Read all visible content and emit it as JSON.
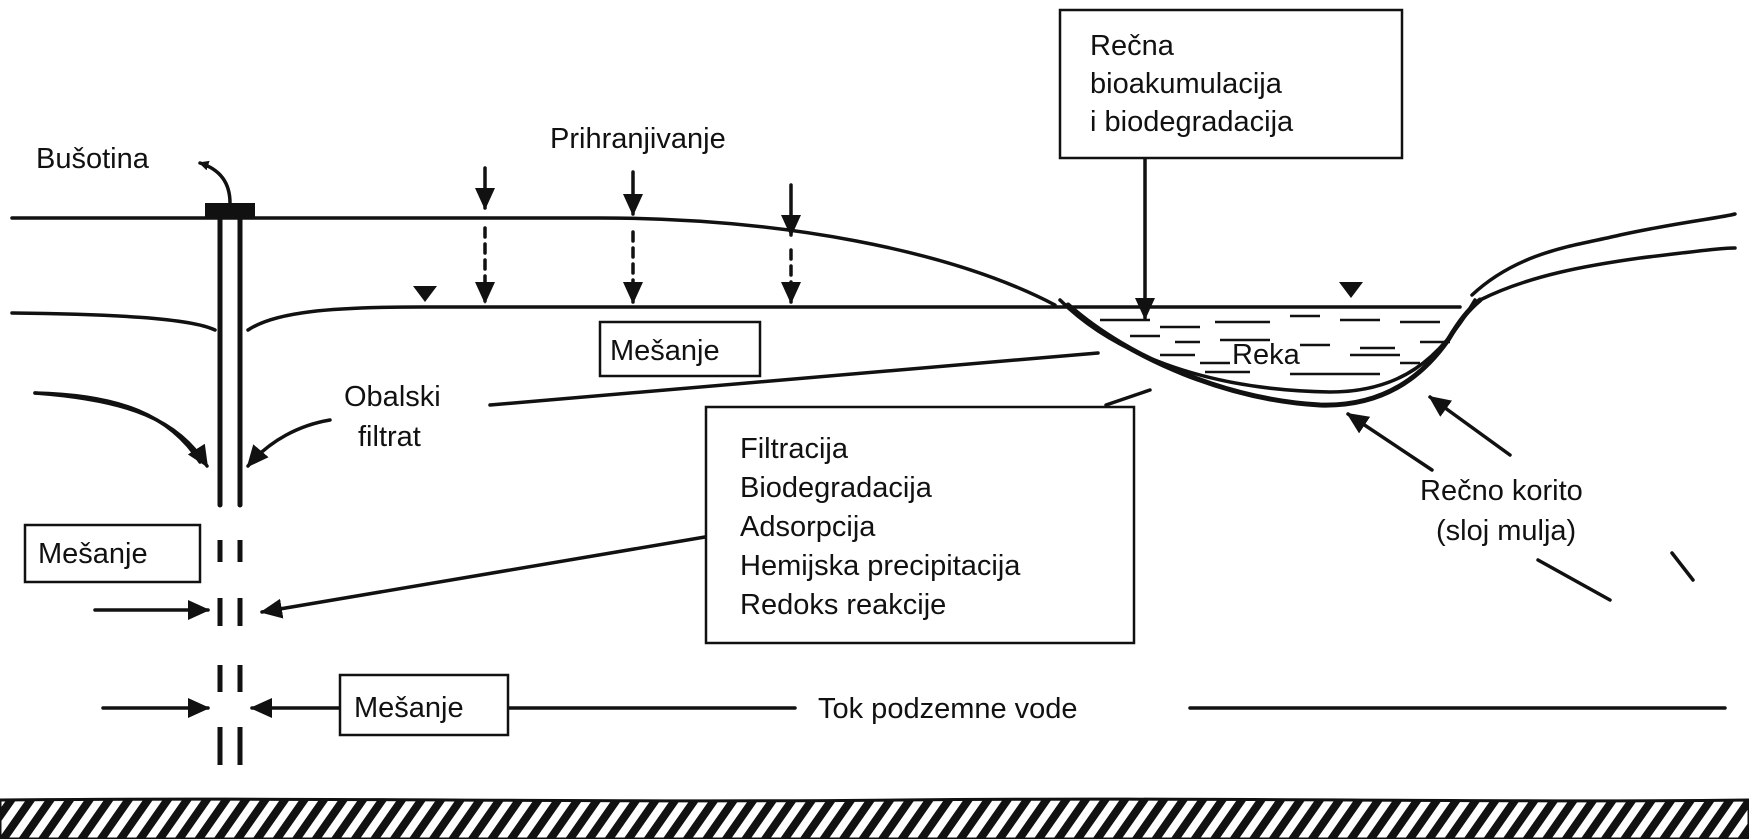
{
  "labels": {
    "well": "Bušotina",
    "recharge": "Prihranjivanje",
    "river_bio_line1": "Rečna",
    "river_bio_line2": "bioakumulacija",
    "river_bio_line3": "i biodegradacija",
    "mixing_top": "Mešanje",
    "river": "Reka",
    "bank_filtrate_line1": "Obalski",
    "bank_filtrate_line2": "filtrat",
    "mixing_left": "Mešanje",
    "mixing_bottom": "Mešanje",
    "groundwater_flow": "Tok podzemne vode",
    "riverbed_line1": "Rečno korito",
    "riverbed_line2": "(sloj mulja)",
    "processes": [
      "Filtracija",
      "Biodegradacija",
      "Adsorpcija",
      "Hemijska precipitacija",
      "Redoks reakcije"
    ]
  },
  "icons": {
    "water_table_marker": "inverted-triangle-icon",
    "recharge_arrow": "down-arrow-icon",
    "bedrock": "hatch-pattern"
  }
}
